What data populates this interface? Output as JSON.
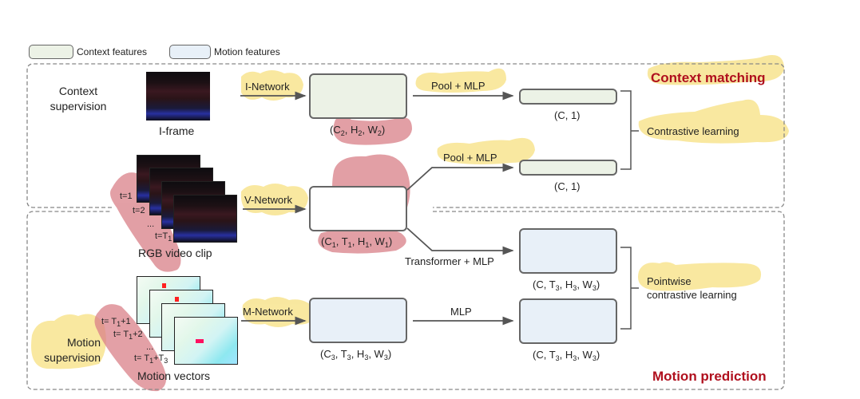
{
  "legend": {
    "context_label": "Context features",
    "motion_label": "Motion features",
    "context_color": "#ecf2e6",
    "motion_color": "#e8f0f8"
  },
  "sections": {
    "context_title": "Context matching",
    "motion_title": "Motion prediction",
    "title_color": "#b0101e"
  },
  "inputs": {
    "context_supervision_line1": "Context",
    "context_supervision_line2": "supervision",
    "iframe_label": "I-frame",
    "rgb_clip_label": "RGB video clip",
    "rgb_t1": "t=1",
    "rgb_t2": "t=2",
    "rgb_dots": "...",
    "rgb_tT_base": "t=T",
    "rgb_tT_sub": "1",
    "motion_supervision_line1": "Motion",
    "motion_supervision_line2": "supervision",
    "motion_vectors_label": "Motion vectors",
    "mv_t1_base": "t= T",
    "mv_t1_sub": "1",
    "mv_t1_suffix": "+1",
    "mv_t2_base": "t= T",
    "mv_t2_sub": "1",
    "mv_t2_suffix": "+2",
    "mv_dots": "...",
    "mv_t3_base": "t= T",
    "mv_t3_sub1": "1",
    "mv_t3_mid": "+T",
    "mv_t3_sub2": "3"
  },
  "networks": {
    "i_network": "I-Network",
    "v_network": "V-Network",
    "m_network": "M-Network"
  },
  "operations": {
    "pool_mlp_top": "Pool + MLP",
    "pool_mlp_mid": "Pool + MLP",
    "transformer_mlp": "Transformer + MLP",
    "mlp": "MLP"
  },
  "shapes": {
    "i_feat": {
      "open": "(C",
      "s1": "2",
      "a": ", H",
      "s2": "2",
      "b": ", W",
      "s3": "2",
      "close": ")"
    },
    "v_feat": {
      "open": "(C",
      "s1": "1",
      "a": ", T",
      "s2": "1",
      "b": ", H",
      "s3": "1",
      "c": ", W",
      "s4": "1",
      "close": ")"
    },
    "m_feat": {
      "open": "(C",
      "s1": "3",
      "a": ", T",
      "s2": "3",
      "b": ", H",
      "s3": "3",
      "c": ", W",
      "s4": "3",
      "close": ")"
    },
    "c1_top": "(C, 1)",
    "c1_mid": "(C, 1)",
    "pt_feat": {
      "open": "(C, T",
      "s1": "3",
      "a": ", H",
      "s2": "3",
      "b": ", W",
      "s3": "3",
      "close": ")"
    }
  },
  "objectives": {
    "contrastive": "Contrastive learning",
    "pointwise_line1": "Pointwise",
    "pointwise_line2": "contrastive learning"
  },
  "annotations": {
    "yellow_color": "#f5d860",
    "red_color": "#d98088"
  }
}
